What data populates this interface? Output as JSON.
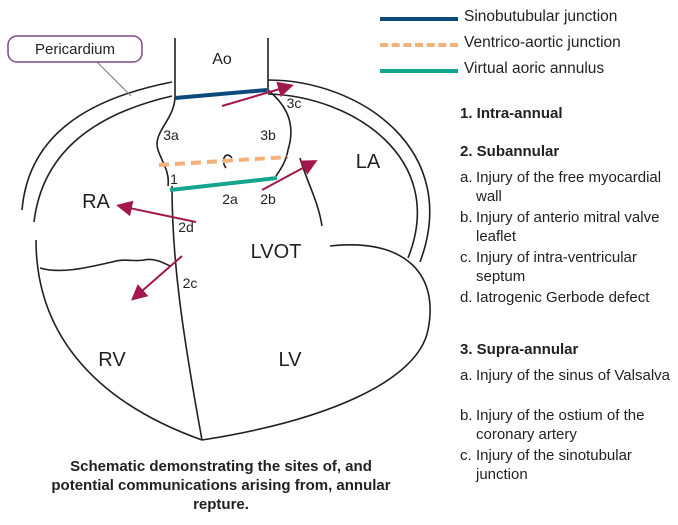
{
  "legend": [
    {
      "label": "Sinobutubular junction",
      "color": "#0d4a7a",
      "style": "solid"
    },
    {
      "label": "Ventrico-aortic junction",
      "color": "#f2b27a",
      "style": "dashed"
    },
    {
      "label": "Virtual aoric annulus",
      "color": "#14a58f",
      "style": "solid"
    }
  ],
  "diagram": {
    "pericardium_label": "Pericardium",
    "chambers": {
      "ao": "Ao",
      "la": "LA",
      "ra": "RA",
      "lvot": "LVOT",
      "rv": "RV",
      "lv": "LV"
    },
    "site_labels": {
      "s1": "1",
      "s2a": "2a",
      "s2b": "2b",
      "s2c": "2c",
      "s2d": "2d",
      "s3a": "3a",
      "s3b": "3b",
      "s3c": "3c"
    },
    "arrow_color": "#a3174f"
  },
  "list": {
    "intra_title": "1. Intra-annual",
    "sub_title": "2. Subannular",
    "sub_items": [
      {
        "letter": "a.",
        "text": "Injury of the free myocardial wall"
      },
      {
        "letter": "b.",
        "text": "Injury of anterio mitral valve leaflet"
      },
      {
        "letter": "c.",
        "text": "Injury of intra-ventricular septum"
      },
      {
        "letter": "d.",
        "text": "Iatrogenic Gerbode defect"
      }
    ],
    "supra_title": "3. Supra-annular",
    "supra_items": [
      {
        "letter": "a.",
        "text": "Injury of the sinus of Valsalva"
      },
      {
        "letter": "b.",
        "text": "Injury of the ostium of the coronary artery"
      },
      {
        "letter": "c.",
        "text": "Injury of the sinotubular junction"
      }
    ]
  },
  "caption": "Schematic demonstrating the sites of, and potential communications arising from, annular repture."
}
